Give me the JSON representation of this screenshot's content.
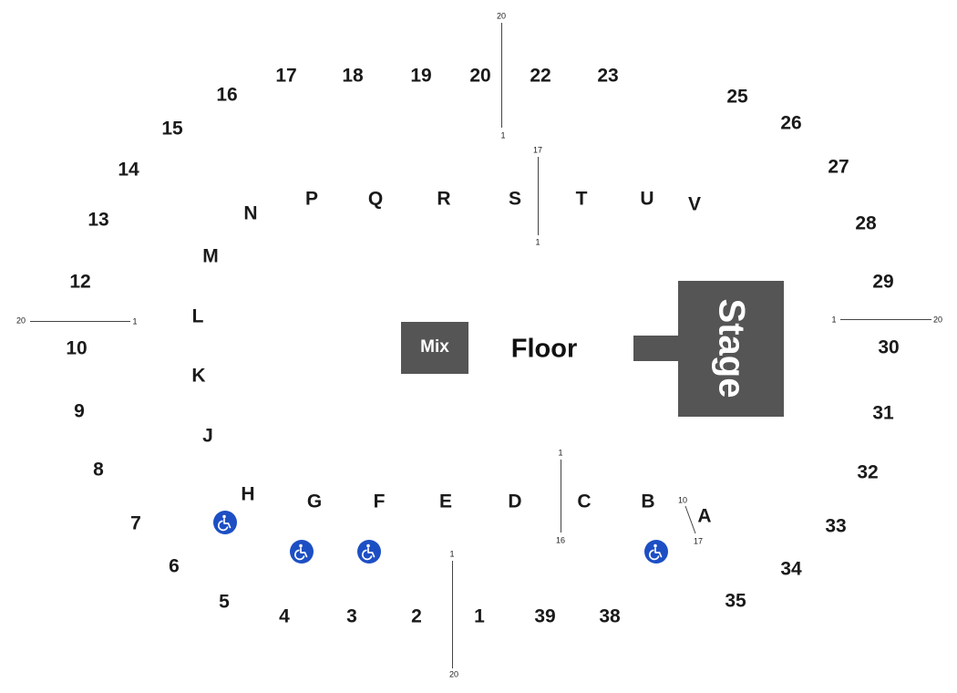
{
  "venue": {
    "floor_label": "Floor",
    "mix_label": "Mix",
    "stage_label": "Stage",
    "colors": {
      "block": "#555555",
      "accessible": "#1d4fc4",
      "text": "#1a1a1a"
    }
  },
  "upper_sections": [
    "17",
    "18",
    "19",
    "20",
    "22",
    "23",
    "16",
    "15",
    "14",
    "13",
    "12",
    "10",
    "9",
    "8",
    "7",
    "6",
    "5",
    "4",
    "3",
    "2",
    "1",
    "39",
    "38",
    "25",
    "26",
    "27",
    "28",
    "29",
    "30",
    "31",
    "32",
    "33",
    "34",
    "35"
  ],
  "lower_sections": [
    "P",
    "Q",
    "R",
    "S",
    "T",
    "U",
    "V",
    "N",
    "M",
    "L",
    "K",
    "J",
    "H",
    "G",
    "F",
    "E",
    "D",
    "C",
    "B",
    "A"
  ],
  "row_markers": [
    {
      "start": "1",
      "end": "20"
    },
    {
      "start": "1",
      "end": "17"
    },
    {
      "start": "1",
      "end": "20"
    },
    {
      "start": "1",
      "end": "20"
    },
    {
      "start": "1",
      "end": "16"
    },
    {
      "start": "10",
      "end": "17"
    },
    {
      "start": "1",
      "end": "20"
    }
  ],
  "accessible_icon_count": 4,
  "accessible_icon": "wheelchair-icon"
}
